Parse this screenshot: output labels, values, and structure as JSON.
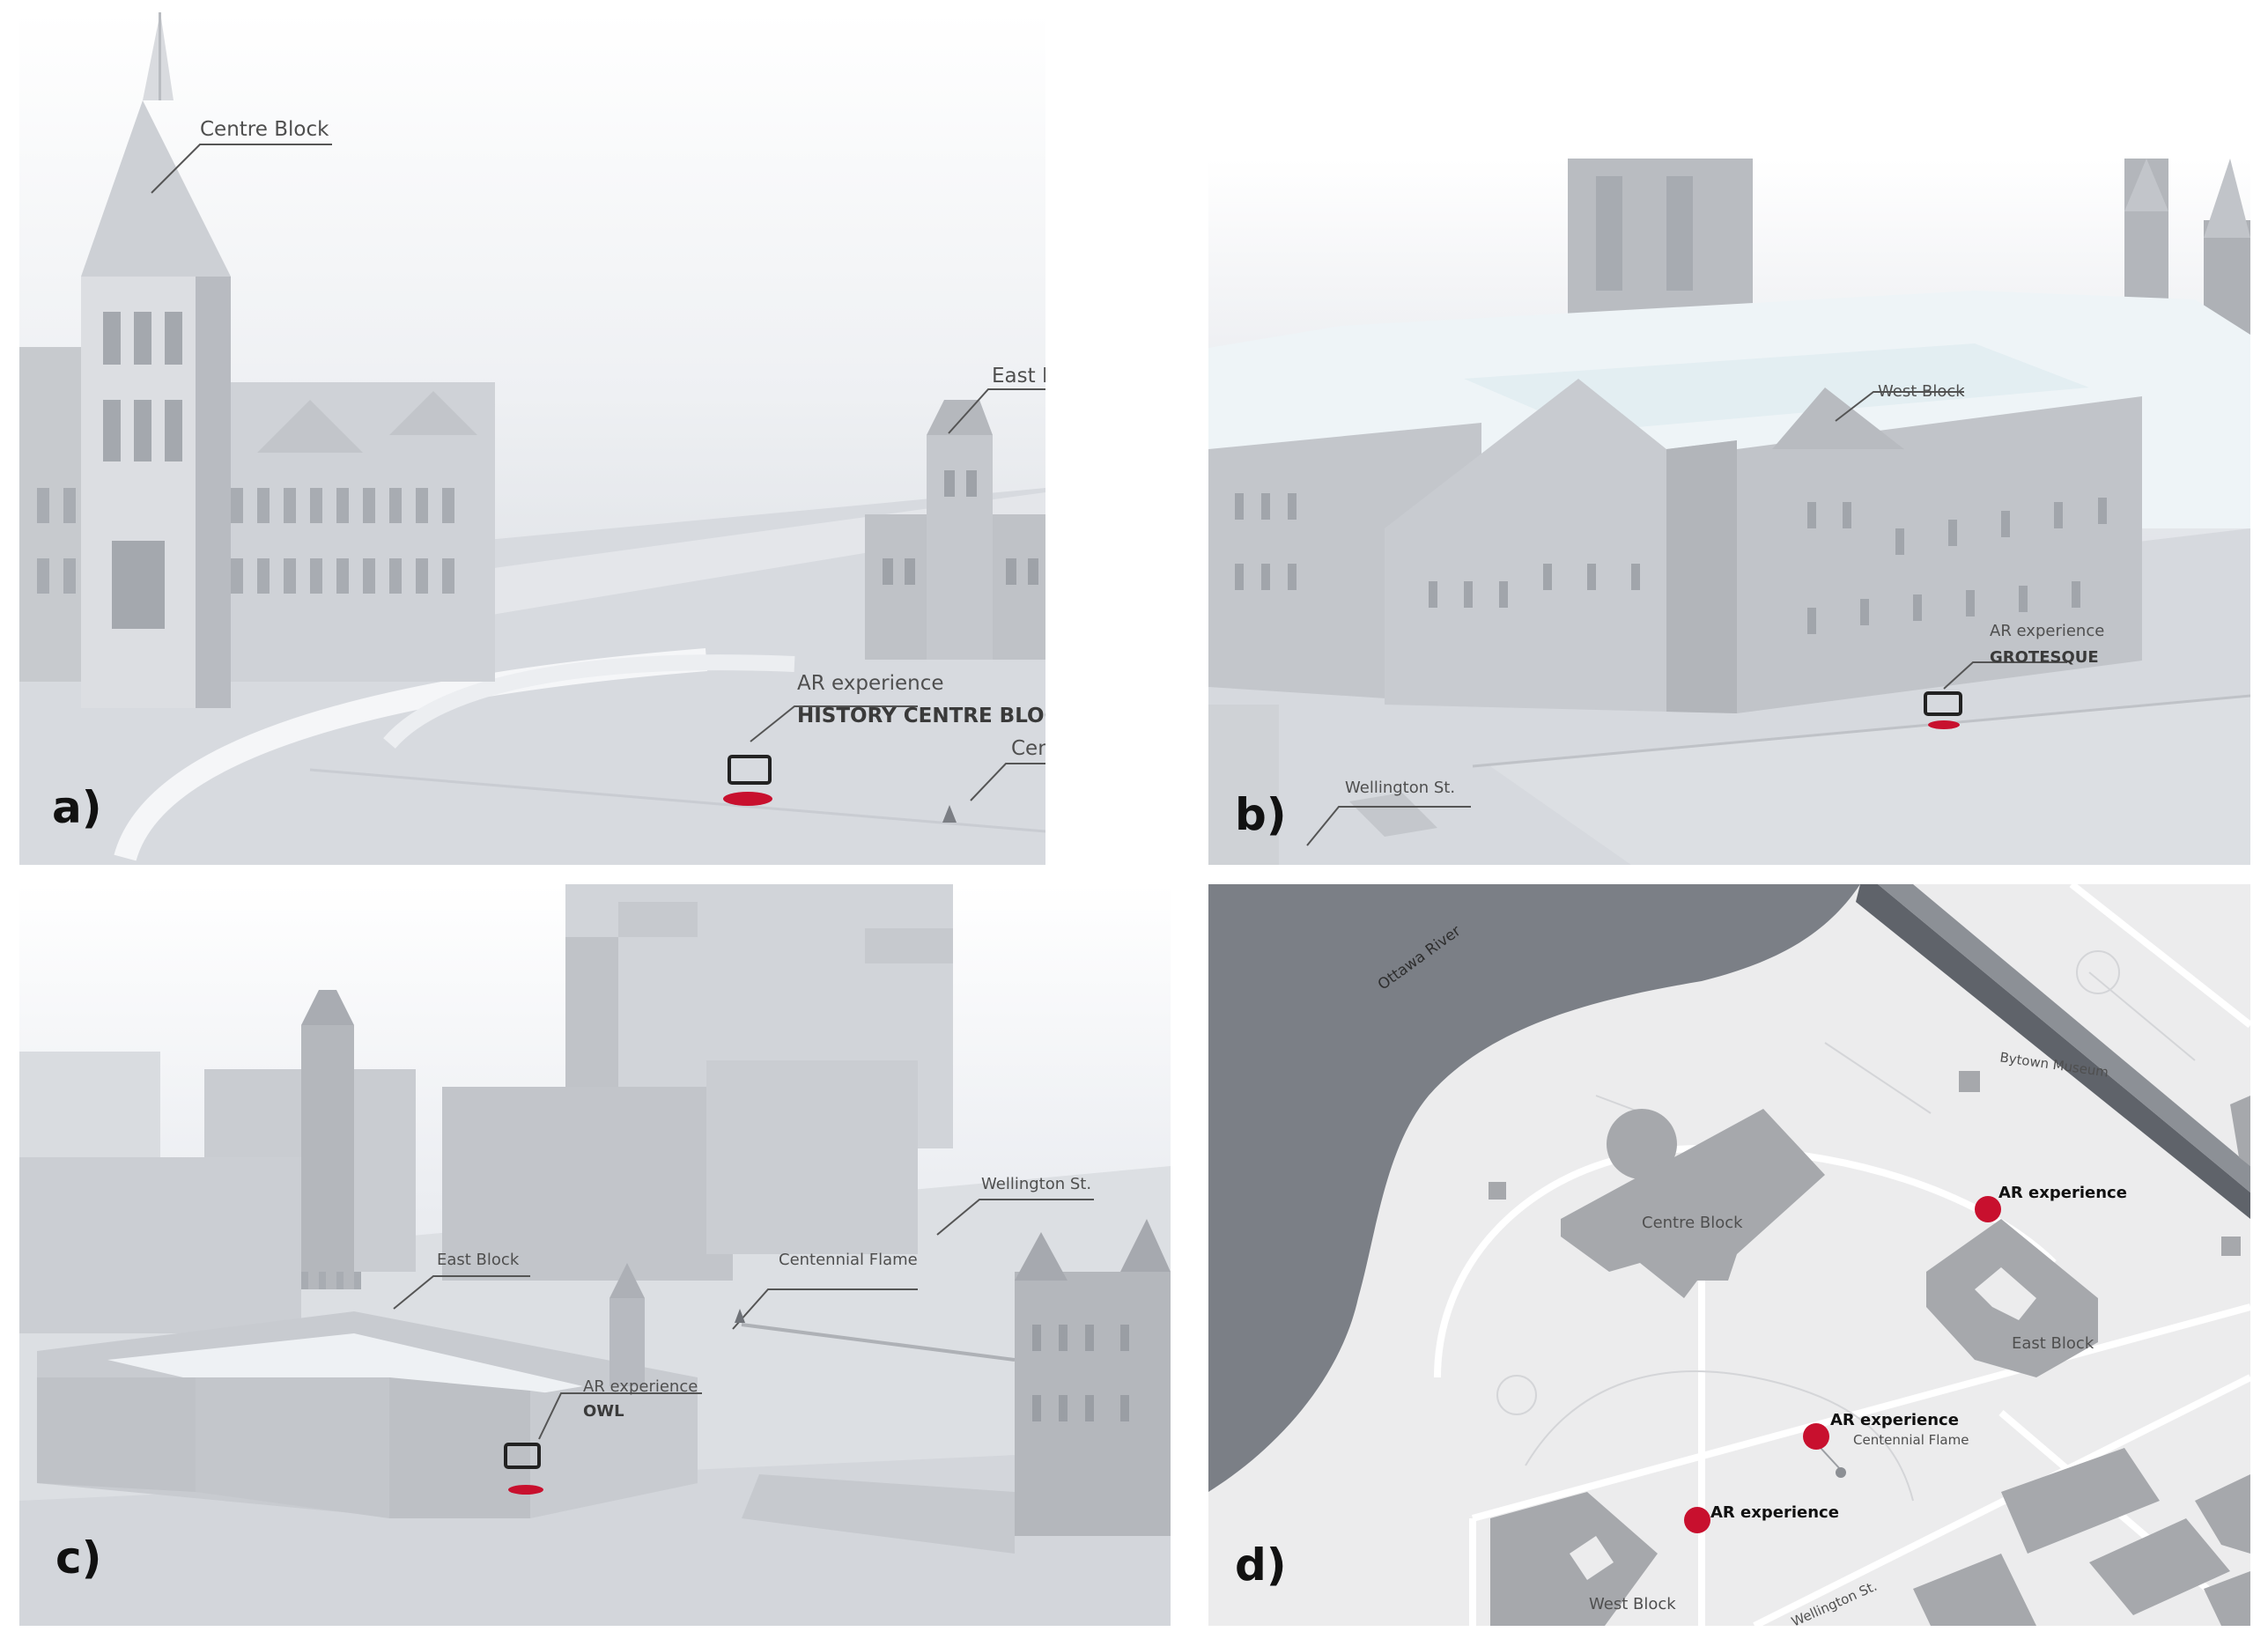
{
  "panels": {
    "a": {
      "panel_label": "a)",
      "labels": {
        "centre_block": "Centre Block",
        "east_block": "East Block",
        "ar_experience": "AR experience",
        "ar_title": "HISTORY CENTRE BLOCK",
        "centennial_flame": "Centennial Flame"
      }
    },
    "b": {
      "panel_label": "b)",
      "labels": {
        "west_block": "West Block",
        "ar_experience": "AR experience",
        "ar_title": "GROTESQUE",
        "wellington": "Wellington St."
      }
    },
    "c": {
      "panel_label": "c)",
      "labels": {
        "wellington": "Wellington St.",
        "east_block": "East Block",
        "centennial_flame": "Centennial Flame",
        "ar_experience": "AR experience",
        "ar_title": "OWL"
      }
    },
    "d": {
      "panel_label": "d)",
      "labels": {
        "ottawa_river": "Ottawa River",
        "bytown_museum": "Bytown Museum",
        "centre_block": "Centre Block",
        "east_block": "East Block",
        "west_block": "West Block",
        "centennial_flame": "Centennial Flame",
        "wellington": "Wellington St.",
        "ar_1": "AR experience",
        "ar_2": "AR experience",
        "ar_3": "AR experience"
      }
    }
  },
  "colors": {
    "ar_marker": "#c8102e",
    "water": "#7b7f86",
    "building": "#a6a8ac",
    "map_ground": "#ececed"
  }
}
